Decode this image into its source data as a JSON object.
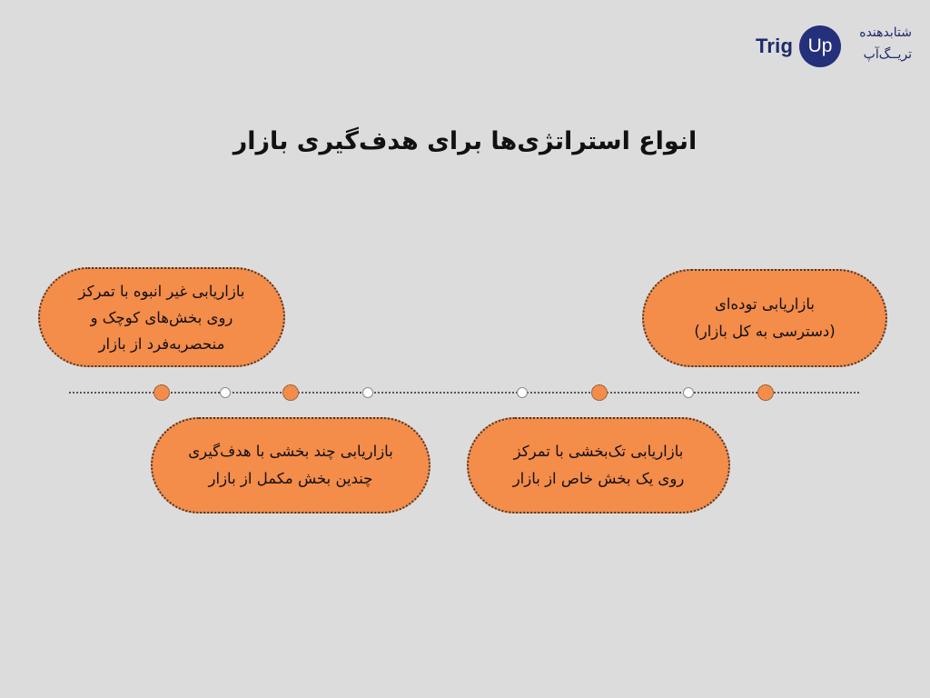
{
  "logo": {
    "wordmark": "Trig",
    "badge": "Up",
    "line1": "شتابدهنده",
    "line2": "تریــگ‌آپ"
  },
  "title": "انواع استراتژی‌ها برای هدف‌گیری بازار",
  "strategies": [
    {
      "lines": [
        "بازاریابی توده‌ای",
        "(دسترسی به کل بازار)"
      ]
    },
    {
      "lines": [
        "بازاریابی تک‌بخشی با تمرکز",
        "روی یک بخش خاص از بازار"
      ]
    },
    {
      "lines": [
        "بازاریابی چند بخشی با هدف‌گیری",
        "چندین بخش مکمل از بازار"
      ]
    },
    {
      "lines": [
        "بازاریابی غیر انبوه با تمرکز",
        "روی بخش‌های کوچک و",
        "منحصربه‌فرد از بازار"
      ]
    }
  ],
  "colors": {
    "background": "#dcdcdc",
    "card": "#f48c4a",
    "brand": "#24307a"
  }
}
